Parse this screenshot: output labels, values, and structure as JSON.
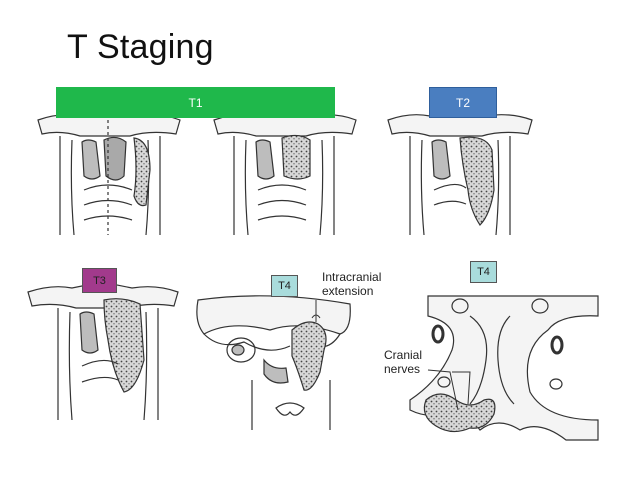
{
  "slide": {
    "title": "T Staging"
  },
  "tags": {
    "t1": "T1",
    "t2": "T2",
    "t3": "T3",
    "t4a": "T4",
    "t4b": "T4"
  },
  "annotations": {
    "intracranial_line1": "Intracranial",
    "intracranial_line2": "extension",
    "cranial_line1": "Cranial",
    "cranial_line2": "nerves"
  },
  "colors": {
    "t1": "#1fb84b",
    "t2": "#4a7ec0",
    "t3": "#a23a8c",
    "t4": "#a9dcdc"
  }
}
